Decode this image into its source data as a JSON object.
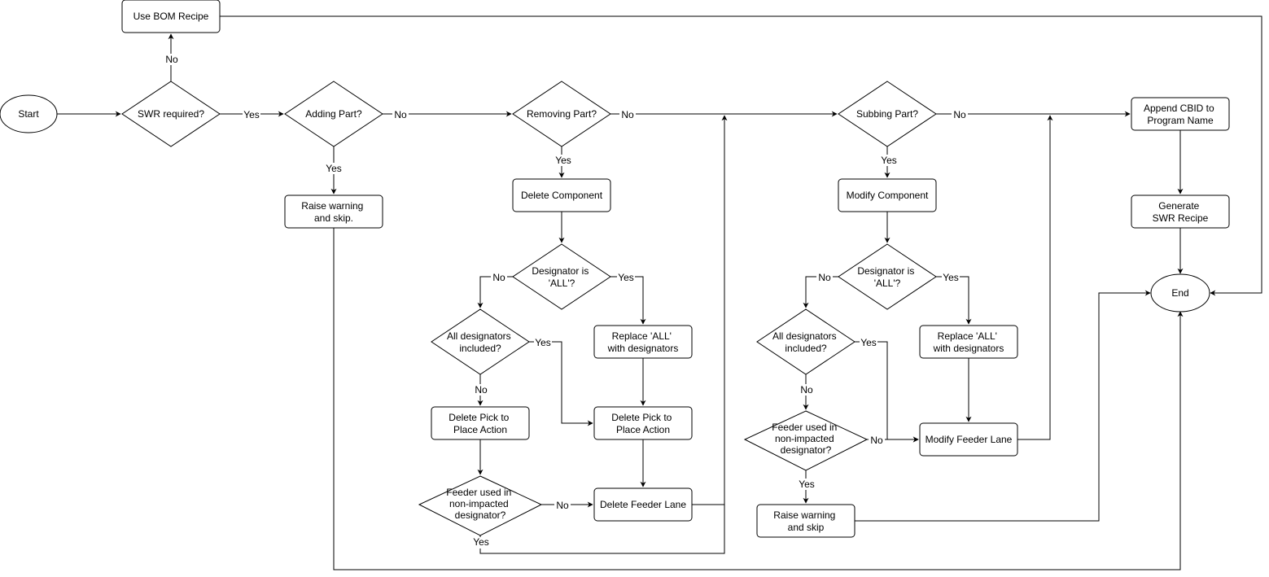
{
  "nodes": {
    "start": "Start",
    "use_bom": "Use BOM Recipe",
    "swr_required": "SWR required?",
    "adding_part": "Adding Part?",
    "raise_warning_skip_dot": [
      "Raise warning",
      "and skip."
    ],
    "removing_part": "Removing Part?",
    "delete_component": "Delete Component",
    "designator_all_1": [
      "Designator is",
      "'ALL'?"
    ],
    "all_included_1": [
      "All designators",
      "included?"
    ],
    "replace_all_1": [
      "Replace 'ALL'",
      "with designators"
    ],
    "delete_pick_1": [
      "Delete Pick to",
      "Place Action"
    ],
    "delete_pick_2": [
      "Delete Pick to",
      "Place Action"
    ],
    "feeder_used_1": [
      "Feeder used in",
      "non-impacted",
      "designator?"
    ],
    "delete_feeder": "Delete Feeder Lane",
    "subbing_part": "Subbing Part?",
    "modify_component": "Modify Component",
    "designator_all_2": [
      "Designator is",
      "'ALL'?"
    ],
    "all_included_2": [
      "All designators",
      "included?"
    ],
    "replace_all_2": [
      "Replace 'ALL'",
      "with designators"
    ],
    "feeder_used_2": [
      "Feeder used in",
      "non-impacted",
      "designator?"
    ],
    "modify_feeder": "Modify Feeder Lane",
    "raise_warning_skip": [
      "Raise warning",
      "and skip"
    ],
    "append_cbid": [
      "Append CBID to",
      "Program Name"
    ],
    "generate_swr": [
      "Generate",
      "SWR Recipe"
    ],
    "end": "End"
  },
  "labels": {
    "yes": "Yes",
    "no": "No"
  }
}
